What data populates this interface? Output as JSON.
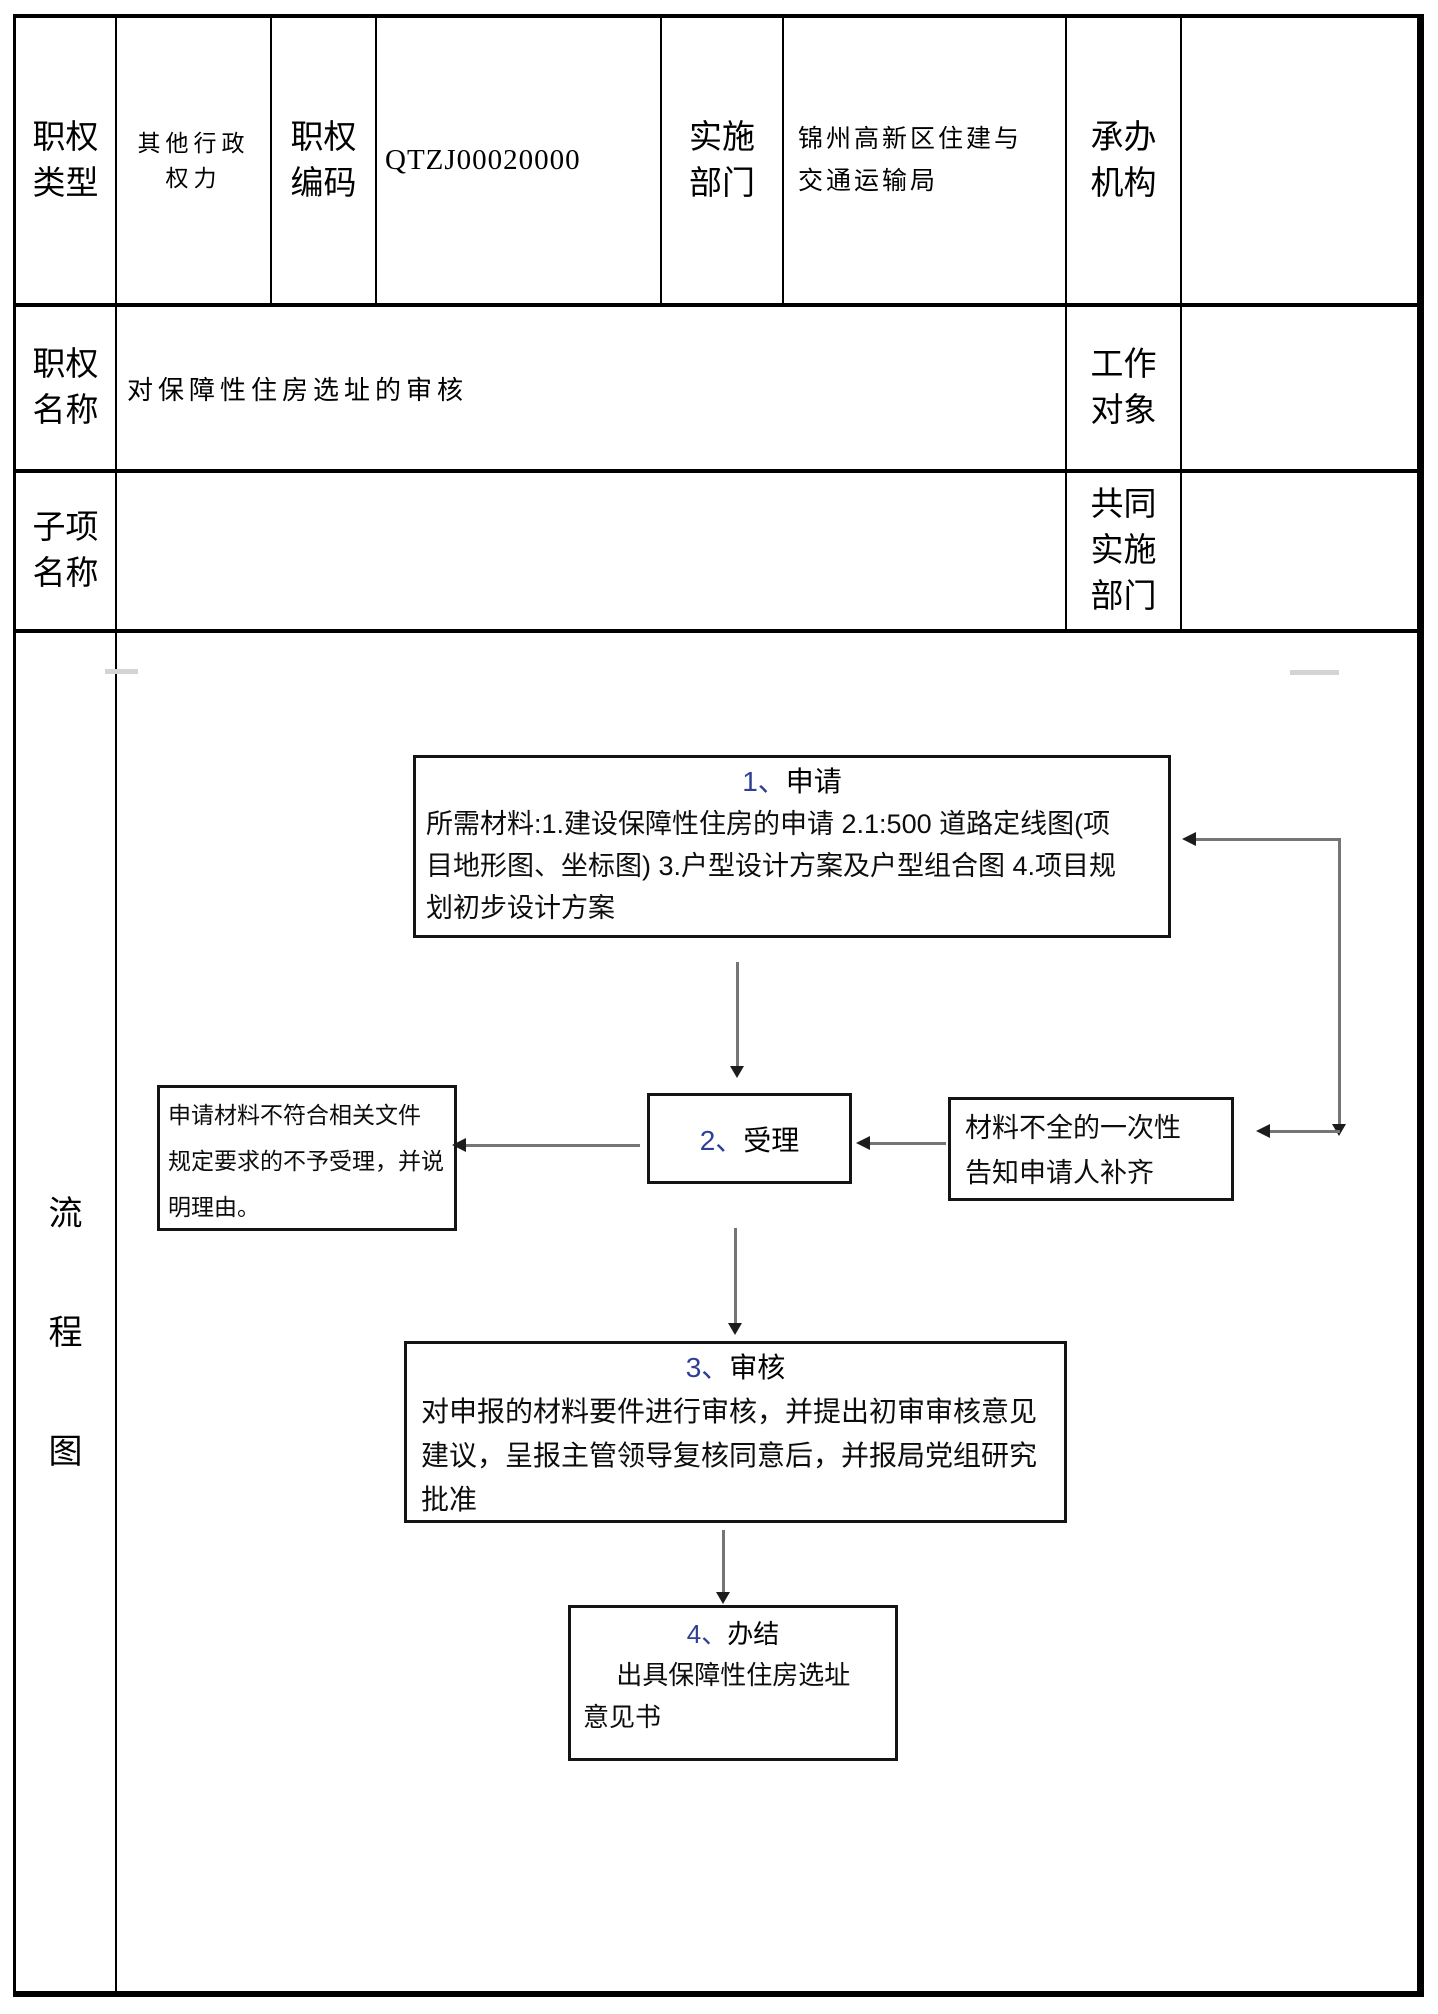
{
  "table": {
    "row1": {
      "authority_type_label": "职权\n类型",
      "authority_type_value": "其他行政\n权力",
      "authority_code_label": "职权\n编码",
      "authority_code_value": "QTZJ00020000",
      "implementing_dept_label": "实施\n部门",
      "implementing_dept_value": "锦州高新区住建与\n交通运输局",
      "handling_org_label": "承办\n机构",
      "handling_org_value": ""
    },
    "row2": {
      "authority_name_label": "职权\n名称",
      "authority_name_value": "对保障性住房选址的审核",
      "work_object_label": "工作\n对象",
      "work_object_value": ""
    },
    "row3": {
      "sub_item_label": "子项\n名称",
      "sub_item_value": "",
      "joint_impl_dept_label": "共同\n实施\n部门",
      "joint_impl_dept_value": ""
    },
    "row4": {
      "flow_label_chars": [
        "流",
        "程",
        "图"
      ]
    }
  },
  "flowchart": {
    "step1": {
      "num": "1、",
      "title": "申请",
      "body": "所需材料:1.建设保障性住房的申请 2.1:500 道路定线图(项\n目地形图、坐标图) 3.户型设计方案及户型组合图 4.项目规\n划初步设计方案"
    },
    "step2": {
      "num": "2、",
      "title": "受理"
    },
    "step3": {
      "num": "3、",
      "title": "审核",
      "body": "对申报的材料要件进行审核，并提出初审审核意见\n建议，呈报主管领导复核同意后，并报局党组研究\n批准"
    },
    "step4": {
      "num": "4、",
      "title": "办结",
      "body": "　 出具保障性住房选址\n意见书"
    },
    "reject_note": "申请材料不符合相关文件\n规定要求的不予受理，并说\n明理由。",
    "supplement_note": "材料不全的一次性\n告知申请人补齐"
  },
  "colors": {
    "table_border": "#000000",
    "box_border": "#141414",
    "arrow_line": "#757575",
    "arrow_head": "#1c1c1c",
    "number_tint": "#2f3f94",
    "dash_mark": "#d4d4d7"
  }
}
